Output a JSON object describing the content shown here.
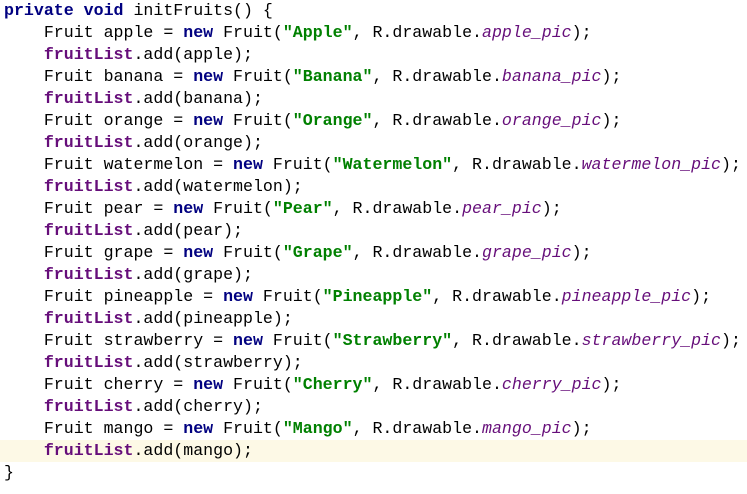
{
  "colors": {
    "keyword": "#000080",
    "string": "#008000",
    "field": "#660e7a",
    "static_field": "#660e7a",
    "current_line": "#fdf9e6"
  },
  "current_line_index": 20,
  "lines": [
    [
      {
        "t": "private void",
        "c": "kw"
      },
      {
        "t": " initFruits() {",
        "c": ""
      }
    ],
    [
      {
        "t": "    Fruit apple = ",
        "c": ""
      },
      {
        "t": "new",
        "c": "kw"
      },
      {
        "t": " Fruit(",
        "c": ""
      },
      {
        "t": "\"Apple\"",
        "c": "str"
      },
      {
        "t": ", R.drawable.",
        "c": ""
      },
      {
        "t": "apple_pic",
        "c": "static"
      },
      {
        "t": ");",
        "c": ""
      }
    ],
    [
      {
        "t": "    ",
        "c": ""
      },
      {
        "t": "fruitList",
        "c": "field"
      },
      {
        "t": ".add(apple);",
        "c": ""
      }
    ],
    [
      {
        "t": "    Fruit banana = ",
        "c": ""
      },
      {
        "t": "new",
        "c": "kw"
      },
      {
        "t": " Fruit(",
        "c": ""
      },
      {
        "t": "\"Banana\"",
        "c": "str"
      },
      {
        "t": ", R.drawable.",
        "c": ""
      },
      {
        "t": "banana_pic",
        "c": "static"
      },
      {
        "t": ");",
        "c": ""
      }
    ],
    [
      {
        "t": "    ",
        "c": ""
      },
      {
        "t": "fruitList",
        "c": "field"
      },
      {
        "t": ".add(banana);",
        "c": ""
      }
    ],
    [
      {
        "t": "    Fruit orange = ",
        "c": ""
      },
      {
        "t": "new",
        "c": "kw"
      },
      {
        "t": " Fruit(",
        "c": ""
      },
      {
        "t": "\"Orange\"",
        "c": "str"
      },
      {
        "t": ", R.drawable.",
        "c": ""
      },
      {
        "t": "orange_pic",
        "c": "static"
      },
      {
        "t": ");",
        "c": ""
      }
    ],
    [
      {
        "t": "    ",
        "c": ""
      },
      {
        "t": "fruitList",
        "c": "field"
      },
      {
        "t": ".add(orange);",
        "c": ""
      }
    ],
    [
      {
        "t": "    Fruit watermelon = ",
        "c": ""
      },
      {
        "t": "new",
        "c": "kw"
      },
      {
        "t": " Fruit(",
        "c": ""
      },
      {
        "t": "\"Watermelon\"",
        "c": "str"
      },
      {
        "t": ", R.drawable.",
        "c": ""
      },
      {
        "t": "watermelon_pic",
        "c": "static"
      },
      {
        "t": ");",
        "c": ""
      }
    ],
    [
      {
        "t": "    ",
        "c": ""
      },
      {
        "t": "fruitList",
        "c": "field"
      },
      {
        "t": ".add(watermelon);",
        "c": ""
      }
    ],
    [
      {
        "t": "    Fruit pear = ",
        "c": ""
      },
      {
        "t": "new",
        "c": "kw"
      },
      {
        "t": " Fruit(",
        "c": ""
      },
      {
        "t": "\"Pear\"",
        "c": "str"
      },
      {
        "t": ", R.drawable.",
        "c": ""
      },
      {
        "t": "pear_pic",
        "c": "static"
      },
      {
        "t": ");",
        "c": ""
      }
    ],
    [
      {
        "t": "    ",
        "c": ""
      },
      {
        "t": "fruitList",
        "c": "field"
      },
      {
        "t": ".add(pear);",
        "c": ""
      }
    ],
    [
      {
        "t": "    Fruit grape = ",
        "c": ""
      },
      {
        "t": "new",
        "c": "kw"
      },
      {
        "t": " Fruit(",
        "c": ""
      },
      {
        "t": "\"Grape\"",
        "c": "str"
      },
      {
        "t": ", R.drawable.",
        "c": ""
      },
      {
        "t": "grape_pic",
        "c": "static"
      },
      {
        "t": ");",
        "c": ""
      }
    ],
    [
      {
        "t": "    ",
        "c": ""
      },
      {
        "t": "fruitList",
        "c": "field"
      },
      {
        "t": ".add(grape);",
        "c": ""
      }
    ],
    [
      {
        "t": "    Fruit pineapple = ",
        "c": ""
      },
      {
        "t": "new",
        "c": "kw"
      },
      {
        "t": " Fruit(",
        "c": ""
      },
      {
        "t": "\"Pineapple\"",
        "c": "str"
      },
      {
        "t": ", R.drawable.",
        "c": ""
      },
      {
        "t": "pineapple_pic",
        "c": "static"
      },
      {
        "t": ");",
        "c": ""
      }
    ],
    [
      {
        "t": "    ",
        "c": ""
      },
      {
        "t": "fruitList",
        "c": "field"
      },
      {
        "t": ".add(pineapple);",
        "c": ""
      }
    ],
    [
      {
        "t": "    Fruit strawberry = ",
        "c": ""
      },
      {
        "t": "new",
        "c": "kw"
      },
      {
        "t": " Fruit(",
        "c": ""
      },
      {
        "t": "\"Strawberry\"",
        "c": "str"
      },
      {
        "t": ", R.drawable.",
        "c": ""
      },
      {
        "t": "strawberry_pic",
        "c": "static"
      },
      {
        "t": ");",
        "c": ""
      }
    ],
    [
      {
        "t": "    ",
        "c": ""
      },
      {
        "t": "fruitList",
        "c": "field"
      },
      {
        "t": ".add(strawberry);",
        "c": ""
      }
    ],
    [
      {
        "t": "    Fruit cherry = ",
        "c": ""
      },
      {
        "t": "new",
        "c": "kw"
      },
      {
        "t": " Fruit(",
        "c": ""
      },
      {
        "t": "\"Cherry\"",
        "c": "str"
      },
      {
        "t": ", R.drawable.",
        "c": ""
      },
      {
        "t": "cherry_pic",
        "c": "static"
      },
      {
        "t": ");",
        "c": ""
      }
    ],
    [
      {
        "t": "    ",
        "c": ""
      },
      {
        "t": "fruitList",
        "c": "field"
      },
      {
        "t": ".add(cherry);",
        "c": ""
      }
    ],
    [
      {
        "t": "    Fruit mango = ",
        "c": ""
      },
      {
        "t": "new",
        "c": "kw"
      },
      {
        "t": " Fruit(",
        "c": ""
      },
      {
        "t": "\"Mango\"",
        "c": "str"
      },
      {
        "t": ", R.drawable.",
        "c": ""
      },
      {
        "t": "mango_pic",
        "c": "static"
      },
      {
        "t": ");",
        "c": ""
      }
    ],
    [
      {
        "t": "    ",
        "c": ""
      },
      {
        "t": "fruitList",
        "c": "field"
      },
      {
        "t": ".add(mango);",
        "c": ""
      }
    ],
    [
      {
        "t": "}",
        "c": ""
      }
    ]
  ]
}
